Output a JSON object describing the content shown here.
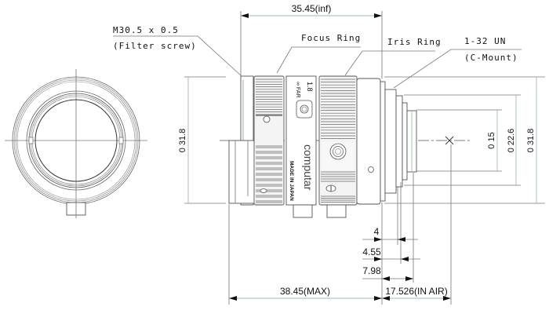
{
  "annotations": {
    "filter_screw_thread": "M30.5 x 0.5",
    "filter_screw_label": "(Filter screw)",
    "focus_ring": "Focus Ring",
    "iris_ring": "Iris Ring",
    "mount_thread": "1-32 UN",
    "mount_label": "(C-Mount)"
  },
  "lens_markings": {
    "brand": "computar",
    "made_in": "MADE IN JAPAN",
    "f_number": "1.8",
    "far_mark": "∞ FAR"
  },
  "dimensions": {
    "length_inf": "35.45(inf)",
    "side_diameter": "0  31.8",
    "mount_inner_15": "0  15",
    "mount_22_6": "0  22.6",
    "mount_outer": "0  31.8",
    "d_4": "4",
    "d_4_55": "4.55",
    "d_7_98": "7.98",
    "length_max": "38.45(MAX)",
    "flange_back": "17.526(IN AIR)"
  },
  "colors": {
    "dimension_line": "#9fbf9f",
    "outline": "#555555",
    "text": "#111111"
  }
}
